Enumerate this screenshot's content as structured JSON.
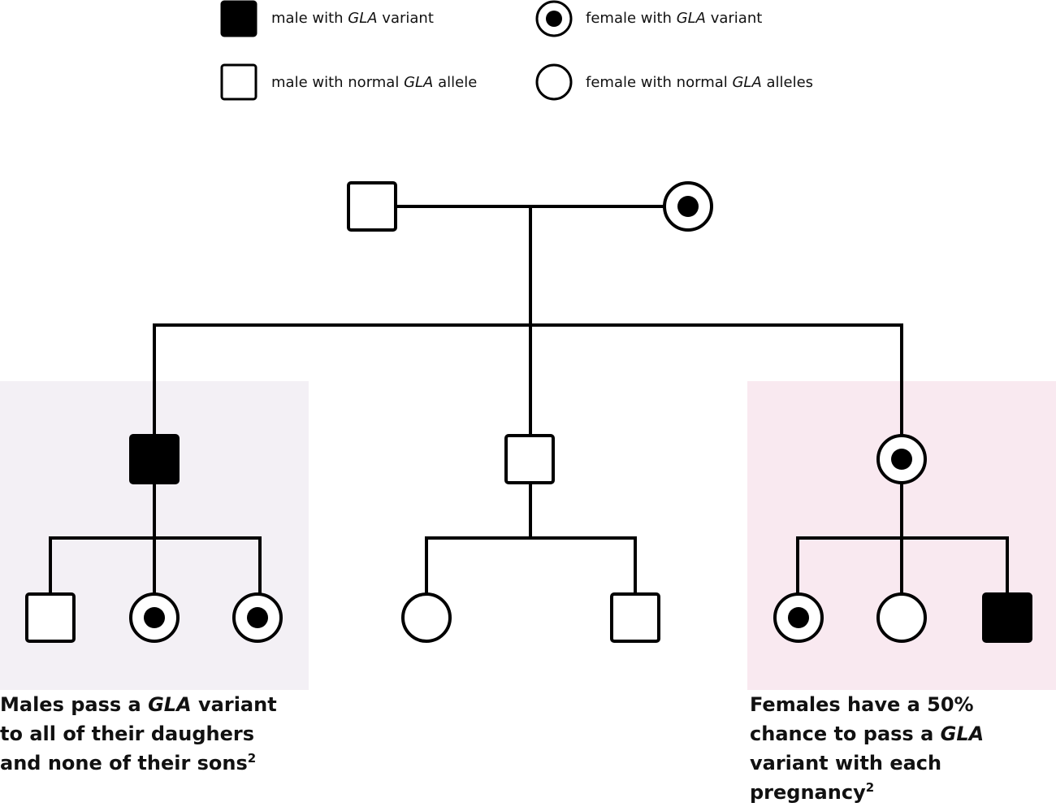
{
  "legend": {
    "male_affected": {
      "pre": "male with ",
      "gene": "GLA",
      "post": " variant"
    },
    "female_carrier": {
      "pre": "female with ",
      "gene": "GLA",
      "post": " variant"
    },
    "male_normal": {
      "pre": "male with normal ",
      "gene": "GLA",
      "post": " allele"
    },
    "female_normal": {
      "pre": "female with normal ",
      "gene": "GLA",
      "post": " alleles"
    }
  },
  "captions": {
    "left": {
      "pre": "Males pass a ",
      "gene": "GLA",
      "post": " variant to all of their daughers and none of their sons",
      "sup": "2"
    },
    "right": {
      "pre": "Females have a 50% chance to pass a ",
      "gene": "GLA",
      "post": " variant with each pregnancy",
      "sup": "2"
    }
  },
  "colors": {
    "line": "#000000",
    "left_panel": "#f3f0f5",
    "right_panel": "#f9e9f0",
    "fill_affected": "#000000",
    "fill_normal": "#ffffff"
  }
}
